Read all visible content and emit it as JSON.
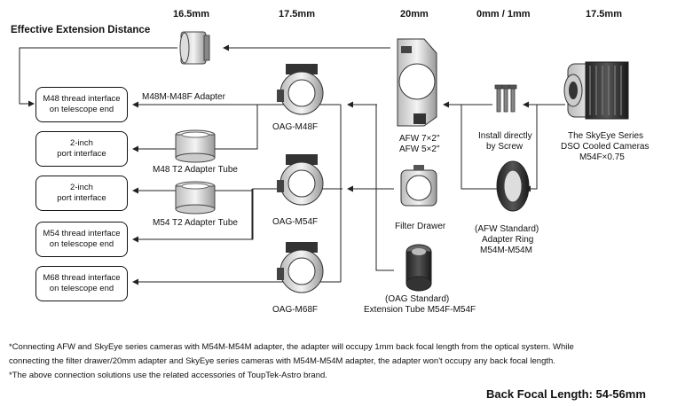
{
  "title": "Effective Extension Distance",
  "headers": [
    "16.5mm",
    "17.5mm",
    "20mm",
    "0mm / 1mm",
    "17.5mm"
  ],
  "boxes": [
    "M48 thread interface\non telescope end",
    "2-inch\nport interface",
    "2-inch\nport interface",
    "M54 thread interface\non telescope end",
    "M68 thread interface\non telescope end"
  ],
  "labels": {
    "m48m_m48f_adapter": "M48M-M48F Adapter",
    "oag_m48f": "OAG-M48F",
    "m48_t2_tube": "M48 T2 Adapter Tube",
    "oag_m54f": "OAG-M54F",
    "m54_t2_tube": "M54 T2 Adapter Tube",
    "oag_m68f": "OAG-M68F",
    "afw_line1": "AFW 7×2\"",
    "afw_line2": "AFW 5×2\"",
    "filter_drawer": "Filter Drawer",
    "ext_tube_line1": "(OAG Standard)",
    "ext_tube_line2": "Extension Tube M54F-M54F",
    "screw_line1": "Install directly",
    "screw_line2": "by Screw",
    "ring_line1": "(AFW Standard)",
    "ring_line2": "Adapter Ring",
    "ring_line3": "M54M-M54M",
    "camera_line1": "The SkyEye Series",
    "camera_line2": "DSO Cooled Cameras",
    "camera_line3": "M54F×0.75"
  },
  "notes": [
    "*Connecting AFW and SkyEye series cameras with M54M-M54M adapter, the adapter will occupy 1mm back focal length from the optical system. While",
    "connecting the filter drawer/20mm adapter and SkyEye series cameras with M54M-M54M adapter, the adapter won't occupy any back focal length.",
    "*The above connection solutions use the related accessories of ToupTek-Astro brand."
  ],
  "back_focal_length": "Back Focal Length:  54-56mm",
  "icons": [
    "adapter-ring-icon",
    "oag-icon",
    "adapter-tube-icon",
    "filter-wheel-icon",
    "filter-drawer-icon",
    "extension-tube-icon",
    "screw-icon",
    "camera-icon"
  ]
}
